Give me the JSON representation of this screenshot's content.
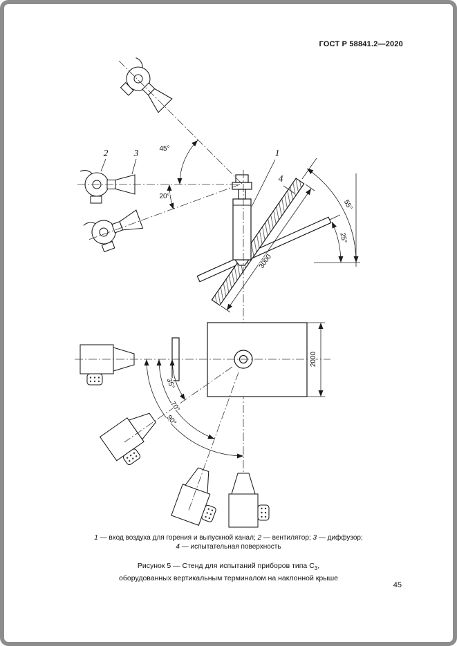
{
  "page": {
    "header": "ГОСТ Р 58841.2—2020",
    "number": "45"
  },
  "legend": {
    "i1": "1",
    "t1": " — вход воздуха для горения и выпускной канал; ",
    "i2": "2",
    "t2": " — вентилятор; ",
    "i3": "3",
    "t3": " — диффузор;",
    "i4": "4",
    "t4": " — испытательная поверхность"
  },
  "caption": {
    "line1_prefix": "Рисунок 5 — Стенд для испытаний приборов типа С",
    "line1_sub": "3",
    "line1_suffix": ",",
    "line2": "оборудованных вертикальным терминалом на наклонной крыше"
  },
  "diagram": {
    "item_labels": {
      "1": "1",
      "2": "2",
      "3": "3",
      "4": "4"
    },
    "angle_labels": {
      "fan_upper": "45°",
      "fan_lower": "20°",
      "roof_steep": "55°",
      "roof_shallow": "25°",
      "plan_a": "35°",
      "plan_b": "70°",
      "plan_c": "90°"
    },
    "dimensions": {
      "roof_length": "3000",
      "surface_width": "2000"
    }
  }
}
